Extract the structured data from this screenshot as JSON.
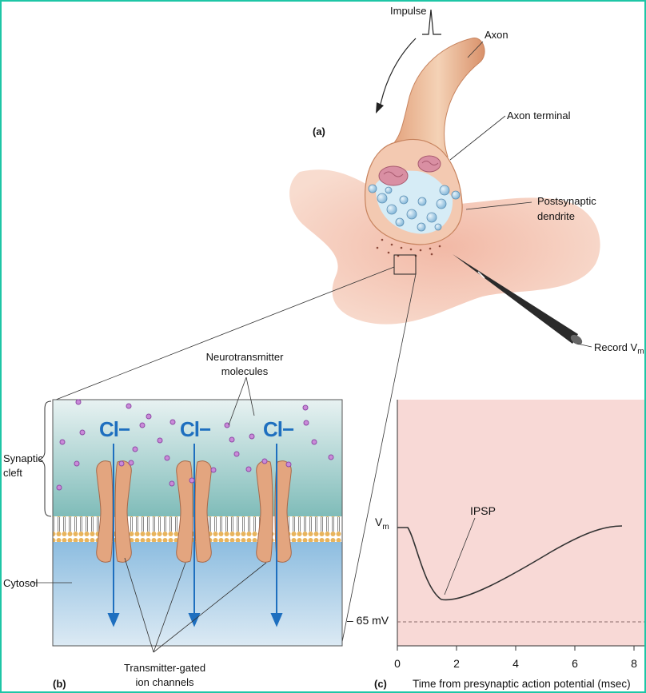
{
  "panel_a": {
    "label": "(a)",
    "impulse": "Impulse",
    "axon": "Axon",
    "axon_terminal": "Axon terminal",
    "postsynaptic_line1": "Postsynaptic",
    "postsynaptic_line2": "dendrite",
    "record_prefix": "Record V",
    "record_sub": "m"
  },
  "panel_b": {
    "label": "(b)",
    "neurotransmitter_line1": "Neurotransmitter",
    "neurotransmitter_line2": "molecules",
    "synaptic_line1": "Synaptic",
    "synaptic_line2": "cleft",
    "cytosol": "Cytosol",
    "ion": "Cl−",
    "channels_line1": "Transmitter-gated",
    "channels_line2": "ion channels"
  },
  "panel_c": {
    "label": "(c)",
    "vm_prefix": "V",
    "vm_sub": "m",
    "resting_label": "– 65 mV",
    "ipsp_label": "IPSP",
    "x_axis_label": "Time from presynaptic action potential (msec)",
    "x_ticks": [
      "0",
      "2",
      "4",
      "6",
      "8"
    ]
  },
  "colors": {
    "ion_blue": "#1e6fbf",
    "cleft_teal": "#8ec9c6",
    "cytosol_blue": "#a9cbe6",
    "channel_tan": "#e3a57f",
    "plot_bg": "#f8d9d6",
    "frame": "#1ec6a6"
  }
}
